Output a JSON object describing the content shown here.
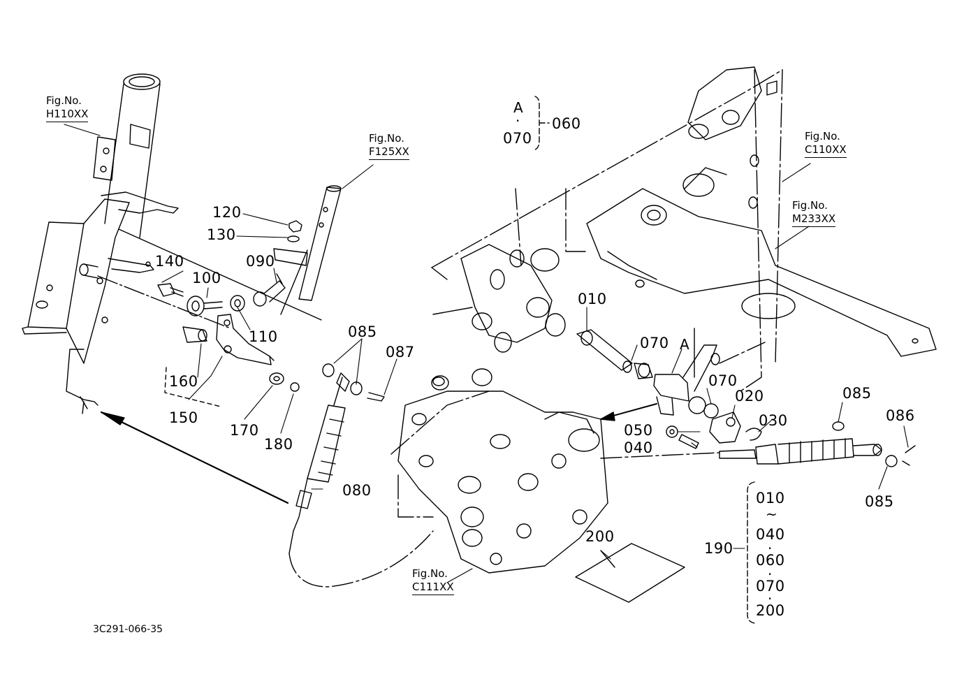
{
  "figure_refs": {
    "h110": {
      "label": "Fig.No.",
      "number": "H110XX"
    },
    "f125": {
      "label": "Fig.No.",
      "number": "F125XX"
    },
    "c110": {
      "label": "Fig.No.",
      "number": "C110XX"
    },
    "m233": {
      "label": "Fig.No.",
      "number": "M233XX"
    },
    "c111": {
      "label": "Fig.No.",
      "number": "C111XX"
    }
  },
  "callouts": {
    "p010": "010",
    "p020": "020",
    "p030": "030",
    "p040": "040",
    "p050": "050",
    "p060": "060",
    "p070a": "070",
    "p070b": "070",
    "p070c": "070",
    "p080": "080",
    "p085a": "085",
    "p085b": "085",
    "p085c": "085",
    "p086": "086",
    "p087": "087",
    "p090": "090",
    "p100": "100",
    "p110": "110",
    "p120": "120",
    "p130": "130",
    "p140": "140",
    "p150": "150",
    "p160": "160",
    "p170": "170",
    "p180": "180",
    "p190": "190",
    "p200": "200"
  },
  "markers": {
    "a_upper": "A",
    "a_lower": "A"
  },
  "kit_group": {
    "items": [
      "010",
      "040",
      "060",
      "070",
      "200"
    ],
    "range_symbol": "~",
    "dot_symbol": "·"
  },
  "set_060": {
    "top": "A",
    "dot": "·",
    "bottom": "070"
  },
  "drawing_number": "3C291-066-35",
  "style": {
    "line_color": "#000000",
    "background": "#ffffff"
  }
}
